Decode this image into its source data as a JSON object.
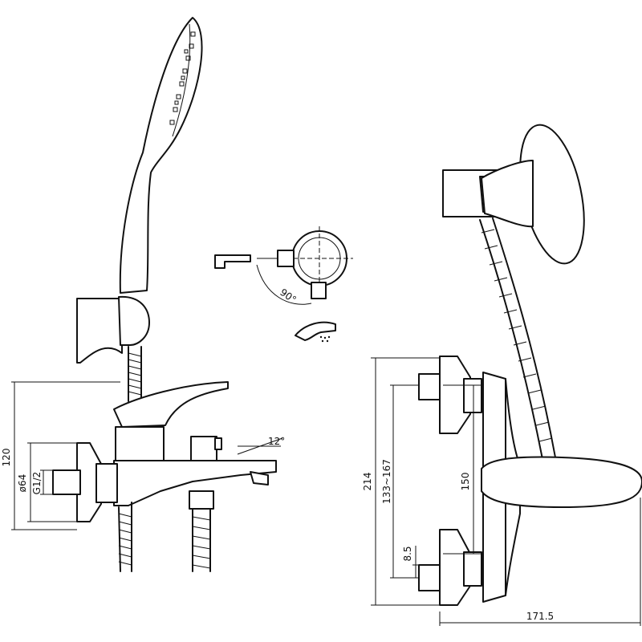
{
  "drawing": {
    "left_view": {
      "dim_overall_height": "120",
      "dim_diameter": "ø64",
      "dim_thread": "G1/2",
      "dim_angle": "12°"
    },
    "middle_detail": {
      "dim_rotation": "90°"
    },
    "right_view": {
      "dim_total_height": "214",
      "dim_range": "133~167",
      "dim_centers": "150",
      "dim_offset": "8.5",
      "dim_depth": "171.5"
    }
  }
}
